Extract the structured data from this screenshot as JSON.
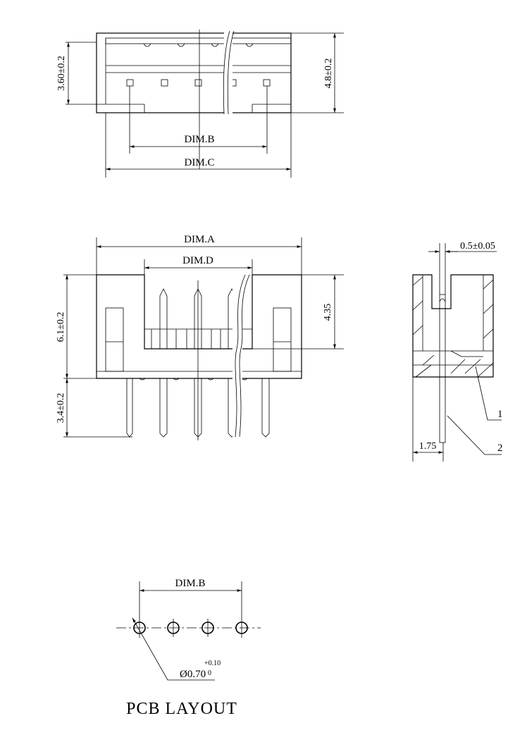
{
  "top_view": {
    "dim_left": "3.60±0.2",
    "dim_right": "4.8±0.2",
    "dim_b": "DIM.B",
    "dim_c": "DIM.C"
  },
  "front_view": {
    "dim_a": "DIM.A",
    "dim_d": "DIM.D",
    "dim_height": "6.1±0.2",
    "dim_pin": "3.4±0.2",
    "dim_inner": "4.35"
  },
  "side_view": {
    "dim_pin_width": "0.5±0.05",
    "dim_offset": "1.75",
    "callout_1": "1",
    "callout_2": "2"
  },
  "pcb_layout": {
    "dim_b": "DIM.B",
    "hole_dia": "Ø0.70",
    "tol_plus": "+0.10",
    "tol_minus": "0",
    "title": "PCB LAYOUT"
  }
}
